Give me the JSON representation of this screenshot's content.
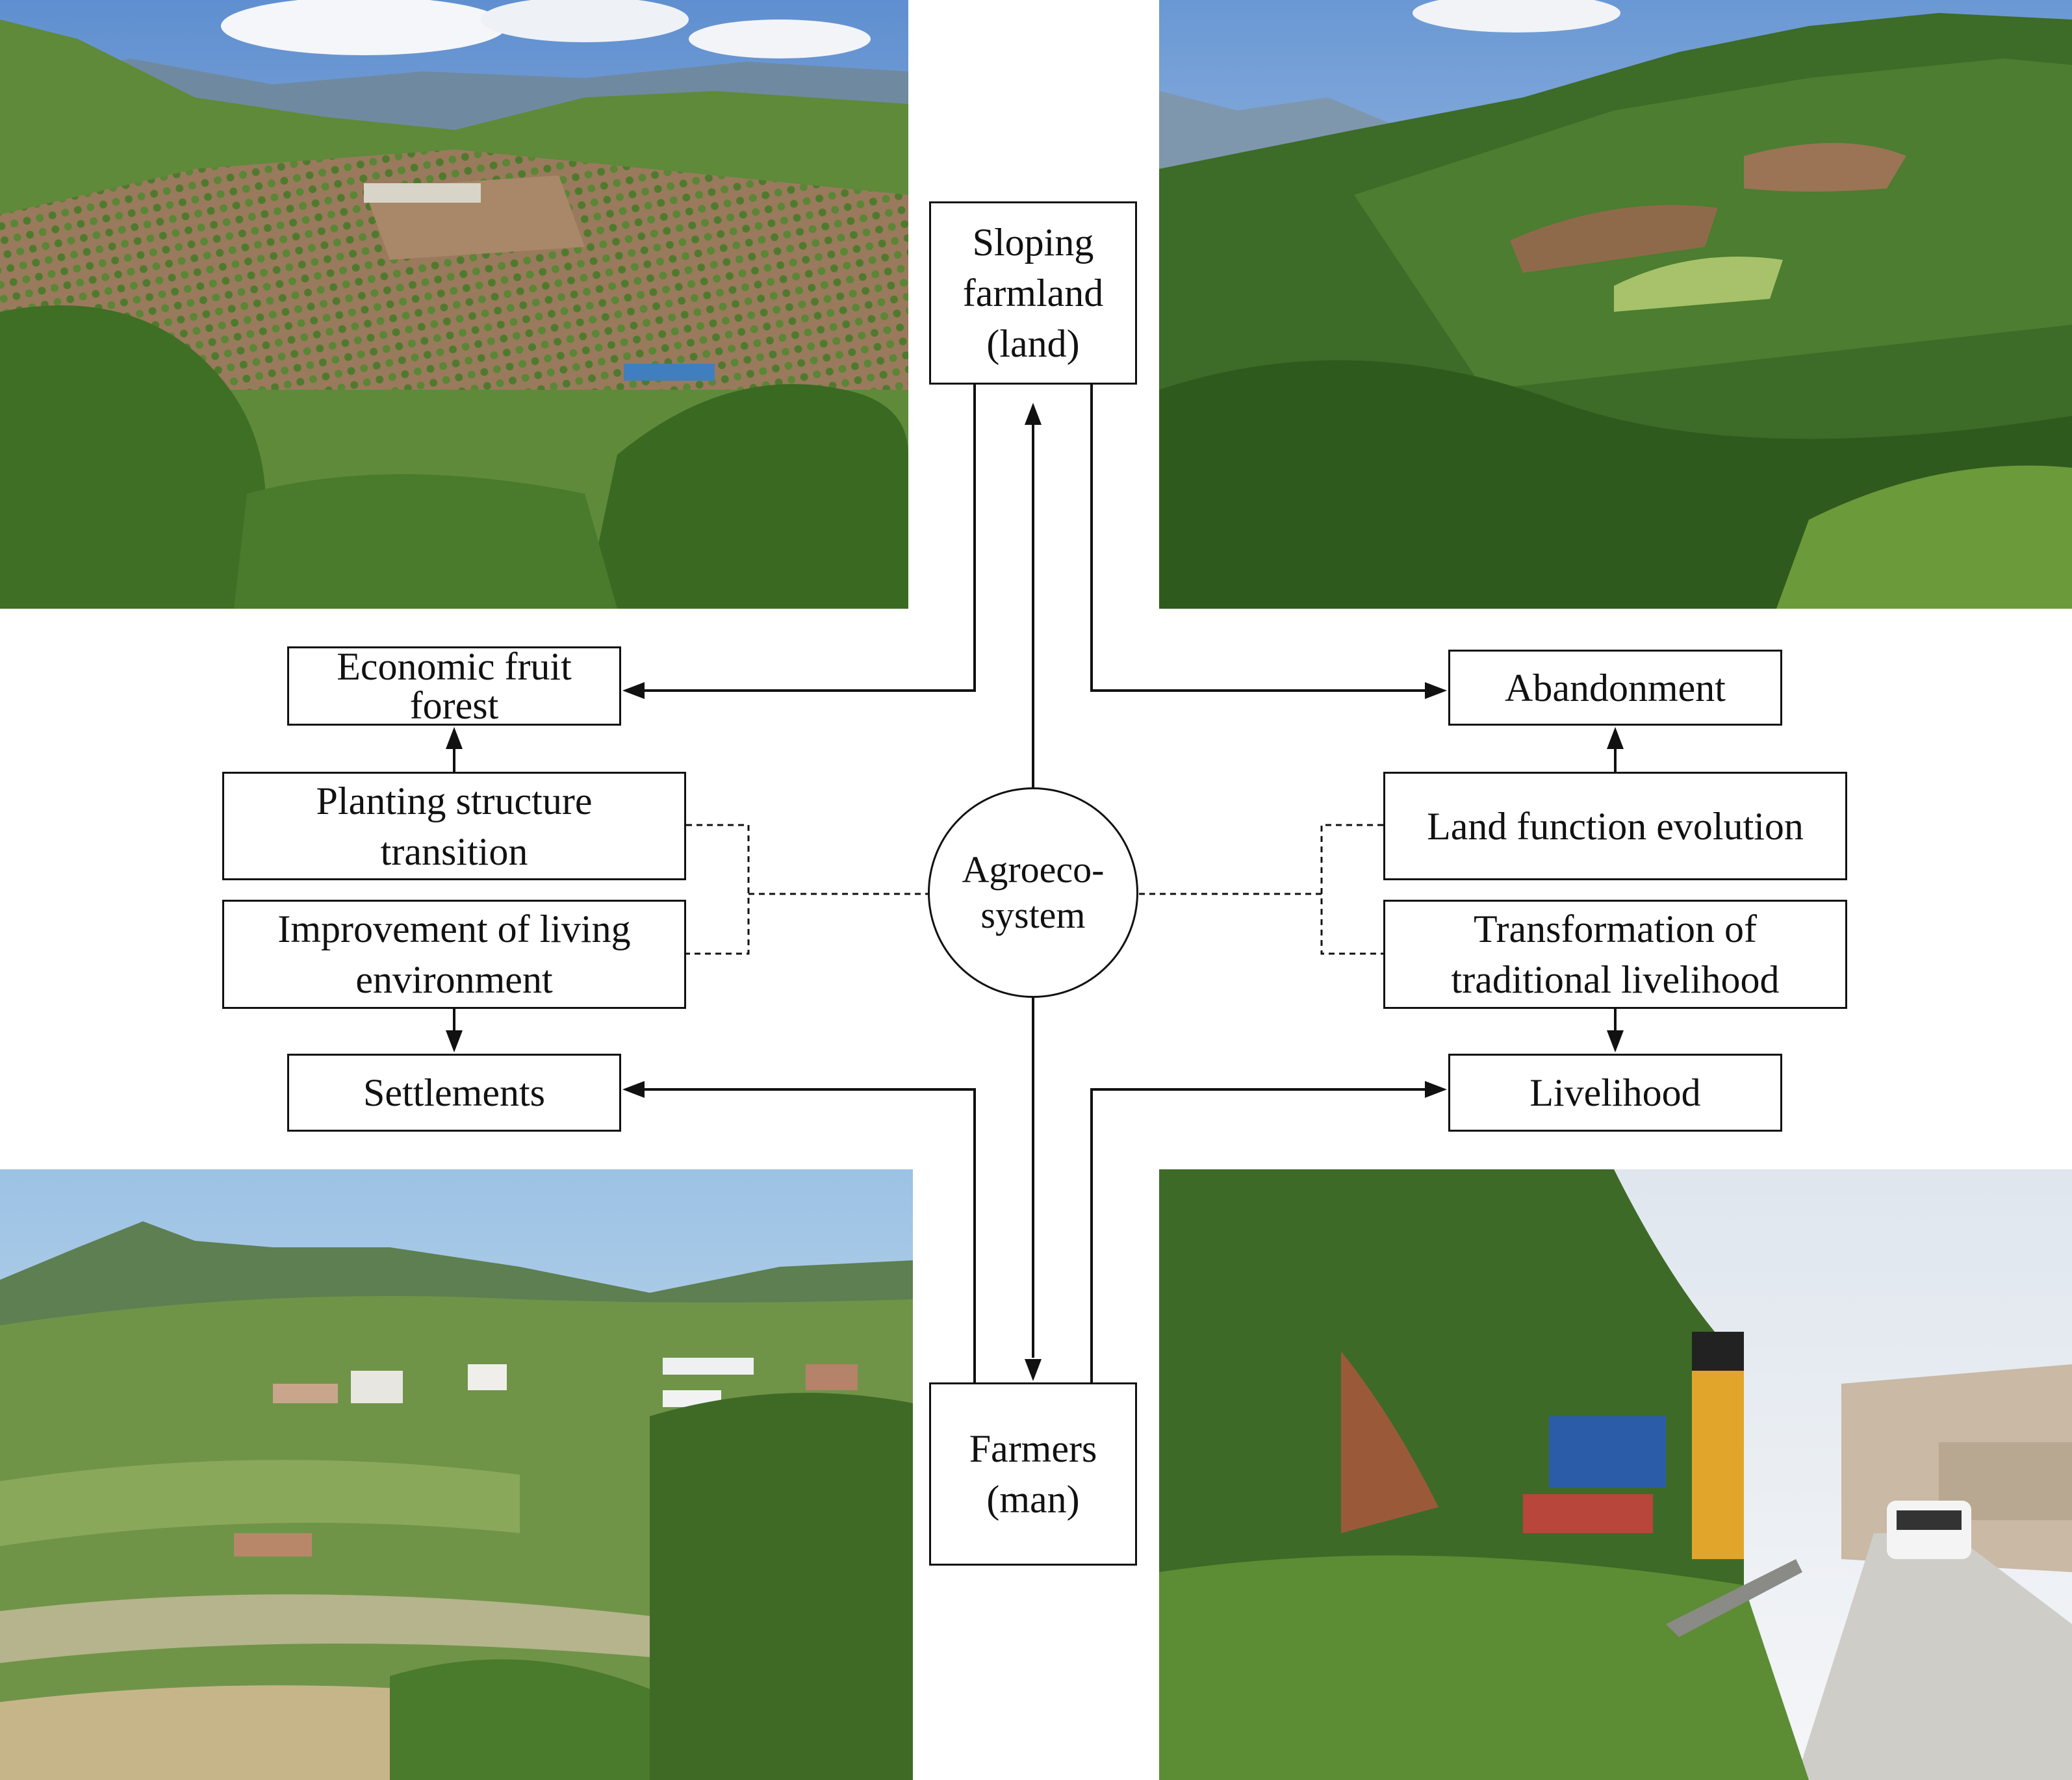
{
  "center": {
    "line1": "Agroeco-",
    "line2": "system"
  },
  "top": {
    "line1": "Sloping",
    "line2": "farmland",
    "line3": "(land)"
  },
  "bottom": {
    "line1": "Farmers",
    "line2": "(man)"
  },
  "left": {
    "outcome_top": {
      "line1": "Economic fruit",
      "line2": "forest"
    },
    "driver_top": {
      "line1": "Planting structure",
      "line2": "transition"
    },
    "driver_bottom": {
      "line1": "Improvement of living",
      "line2": "environment"
    },
    "outcome_bottom": "Settlements"
  },
  "right": {
    "outcome_top": "Abandonment",
    "driver_top": "Land function evolution",
    "driver_bottom": {
      "line1": "Transformation of",
      "line2": "traditional livelihood"
    },
    "outcome_bottom": "Livelihood"
  },
  "photos": [
    "terraced-orchard-hillside-photo",
    "forested-abandoned-slope-photo",
    "village-settlement-terraces-photo",
    "roadside-village-street-photo"
  ]
}
